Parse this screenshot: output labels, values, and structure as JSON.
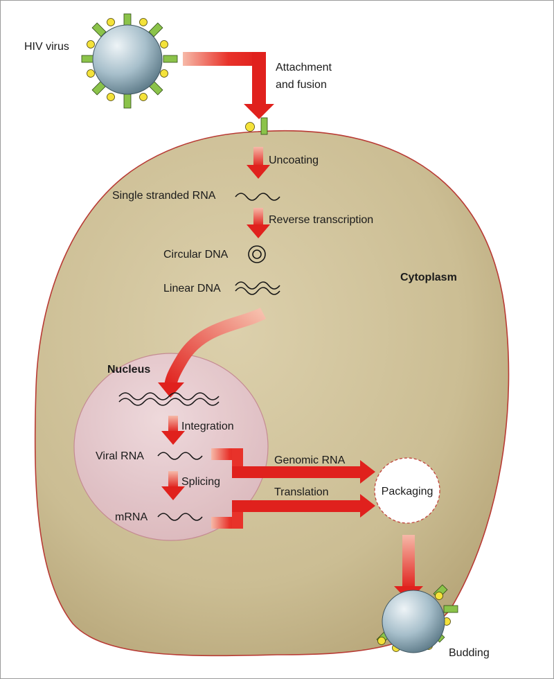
{
  "labels": {
    "hiv_virus": "HIV virus",
    "attachment_line1": "Attachment",
    "attachment_line2": "and fusion",
    "uncoating": "Uncoating",
    "single_stranded_rna": "Single stranded RNA",
    "reverse_transcription": "Reverse transcription",
    "circular_dna": "Circular DNA",
    "linear_dna": "Linear DNA",
    "cytoplasm": "Cytoplasm",
    "nucleus": "Nucleus",
    "integration": "Integration",
    "viral_rna": "Viral RNA",
    "splicing": "Splicing",
    "mrna": "mRNA",
    "genomic_rna": "Genomic RNA",
    "translation": "Translation",
    "packaging": "Packaging",
    "budding": "Budding"
  },
  "colors": {
    "cell_fill": "#c9b98f",
    "cell_border": "#b83a34",
    "nucleus_fill": "#e6c6cc",
    "arrow_red": "#e0211d",
    "virus_body": "#9fb6c2",
    "spike_green": "#8bc34a",
    "knob_yellow": "#f4e23a"
  }
}
